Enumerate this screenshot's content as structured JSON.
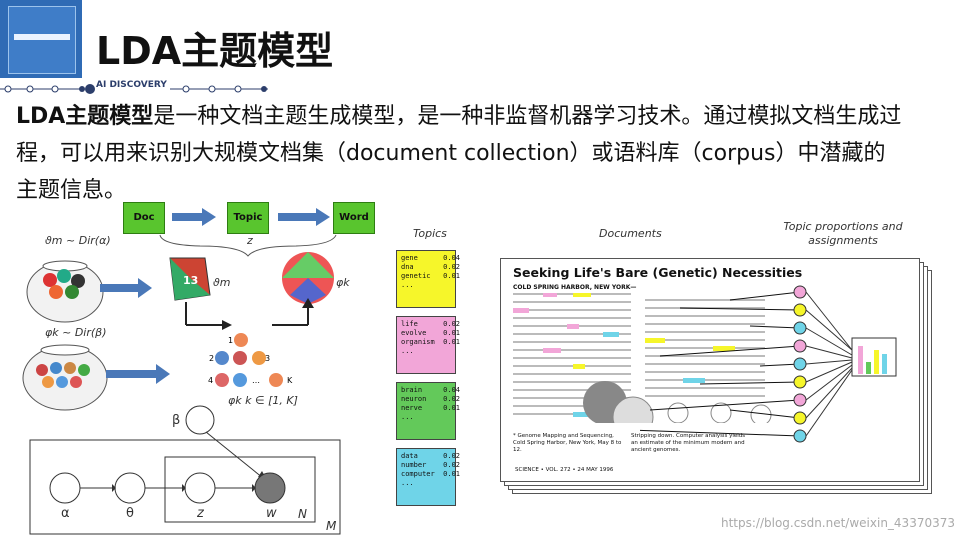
{
  "slide": {
    "title": "LDA主题模型",
    "tagline": "AI DISCOVERY",
    "paragraph_bold": "LDA主题模型",
    "paragraph_rest": "是一种文档主题生成模型，是一种非监督机器学习技术。通过模拟文档生成过程，可以用来识别大规模文档集（document collection）或语料库（corpus）中潜藏的主题信息。"
  },
  "left_diagram": {
    "boxes": [
      "Doc",
      "Topic",
      "Word"
    ],
    "z_label": "z",
    "theta_prior": "ϑm ~ Dir(α)",
    "phi_prior": "φk ~ Dir(β)",
    "theta_label": "ϑm",
    "phi_label": "φk",
    "k_range": "φk  k ∈ [1, K]",
    "die_number": "13"
  },
  "plate": {
    "nodes": [
      "α",
      "θ",
      "z",
      "w"
    ],
    "beta": "β",
    "N": "N",
    "M": "M"
  },
  "right_diagram": {
    "topics_title": "Topics",
    "documents_title": "Documents",
    "proportions_title": "Topic proportions and assignments",
    "topics": [
      {
        "text": "gene      0.04\ndna       0.02\ngenetic   0.01\n...",
        "color": "#f6f62a"
      },
      {
        "text": "life      0.02\nevolve    0.01\norganism  0.01\n...",
        "color": "#f2a6d8"
      },
      {
        "text": "brain     0.04\nneuron    0.02\nnerve     0.01\n...",
        "color": "#63c95a"
      },
      {
        "text": "data      0.02\nnumber    0.02\ncomputer  0.01\n...",
        "color": "#6fd4e8"
      }
    ],
    "article_title": "Seeking Life's Bare (Genetic) Necessities",
    "article_dateline": "COLD SPRING HARBOR, NEW YORK—",
    "caption": "Stripping down. Computer analysis yields an estimate of the minimum modern and ancient genomes.",
    "footnote": "* Genome Mapping and Sequencing, Cold Spring Harbor, New York, May 8 to 12.",
    "footer": "SCIENCE • VOL. 272 • 24 MAY 1996"
  },
  "watermark": "https://blog.csdn.net/weixin_43370373"
}
